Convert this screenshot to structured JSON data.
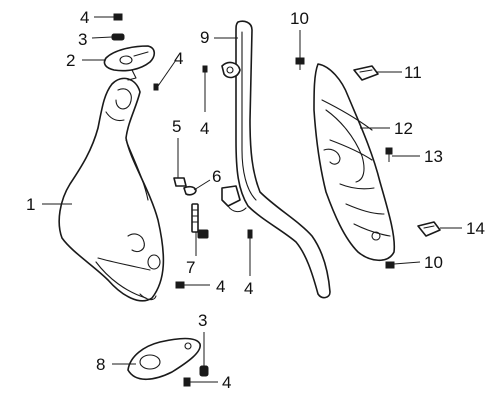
{
  "callouts": {
    "c1": "1",
    "c2": "2",
    "c3_top": "3",
    "c3_bottom": "3",
    "c4_top": "4",
    "c4_upper_right": "4",
    "c4_mid": "4",
    "c4_lower_left": "4",
    "c4_lower_center": "4",
    "c4_bottom": "4",
    "c5": "5",
    "c6": "6",
    "c7": "7",
    "c8": "8",
    "c9": "9",
    "c10_top": "10",
    "c10_bottom": "10",
    "c11": "11",
    "c12": "12",
    "c13": "13",
    "c14": "14"
  },
  "colors": {
    "ink": "#1a1a1a",
    "background": "#ffffff"
  }
}
